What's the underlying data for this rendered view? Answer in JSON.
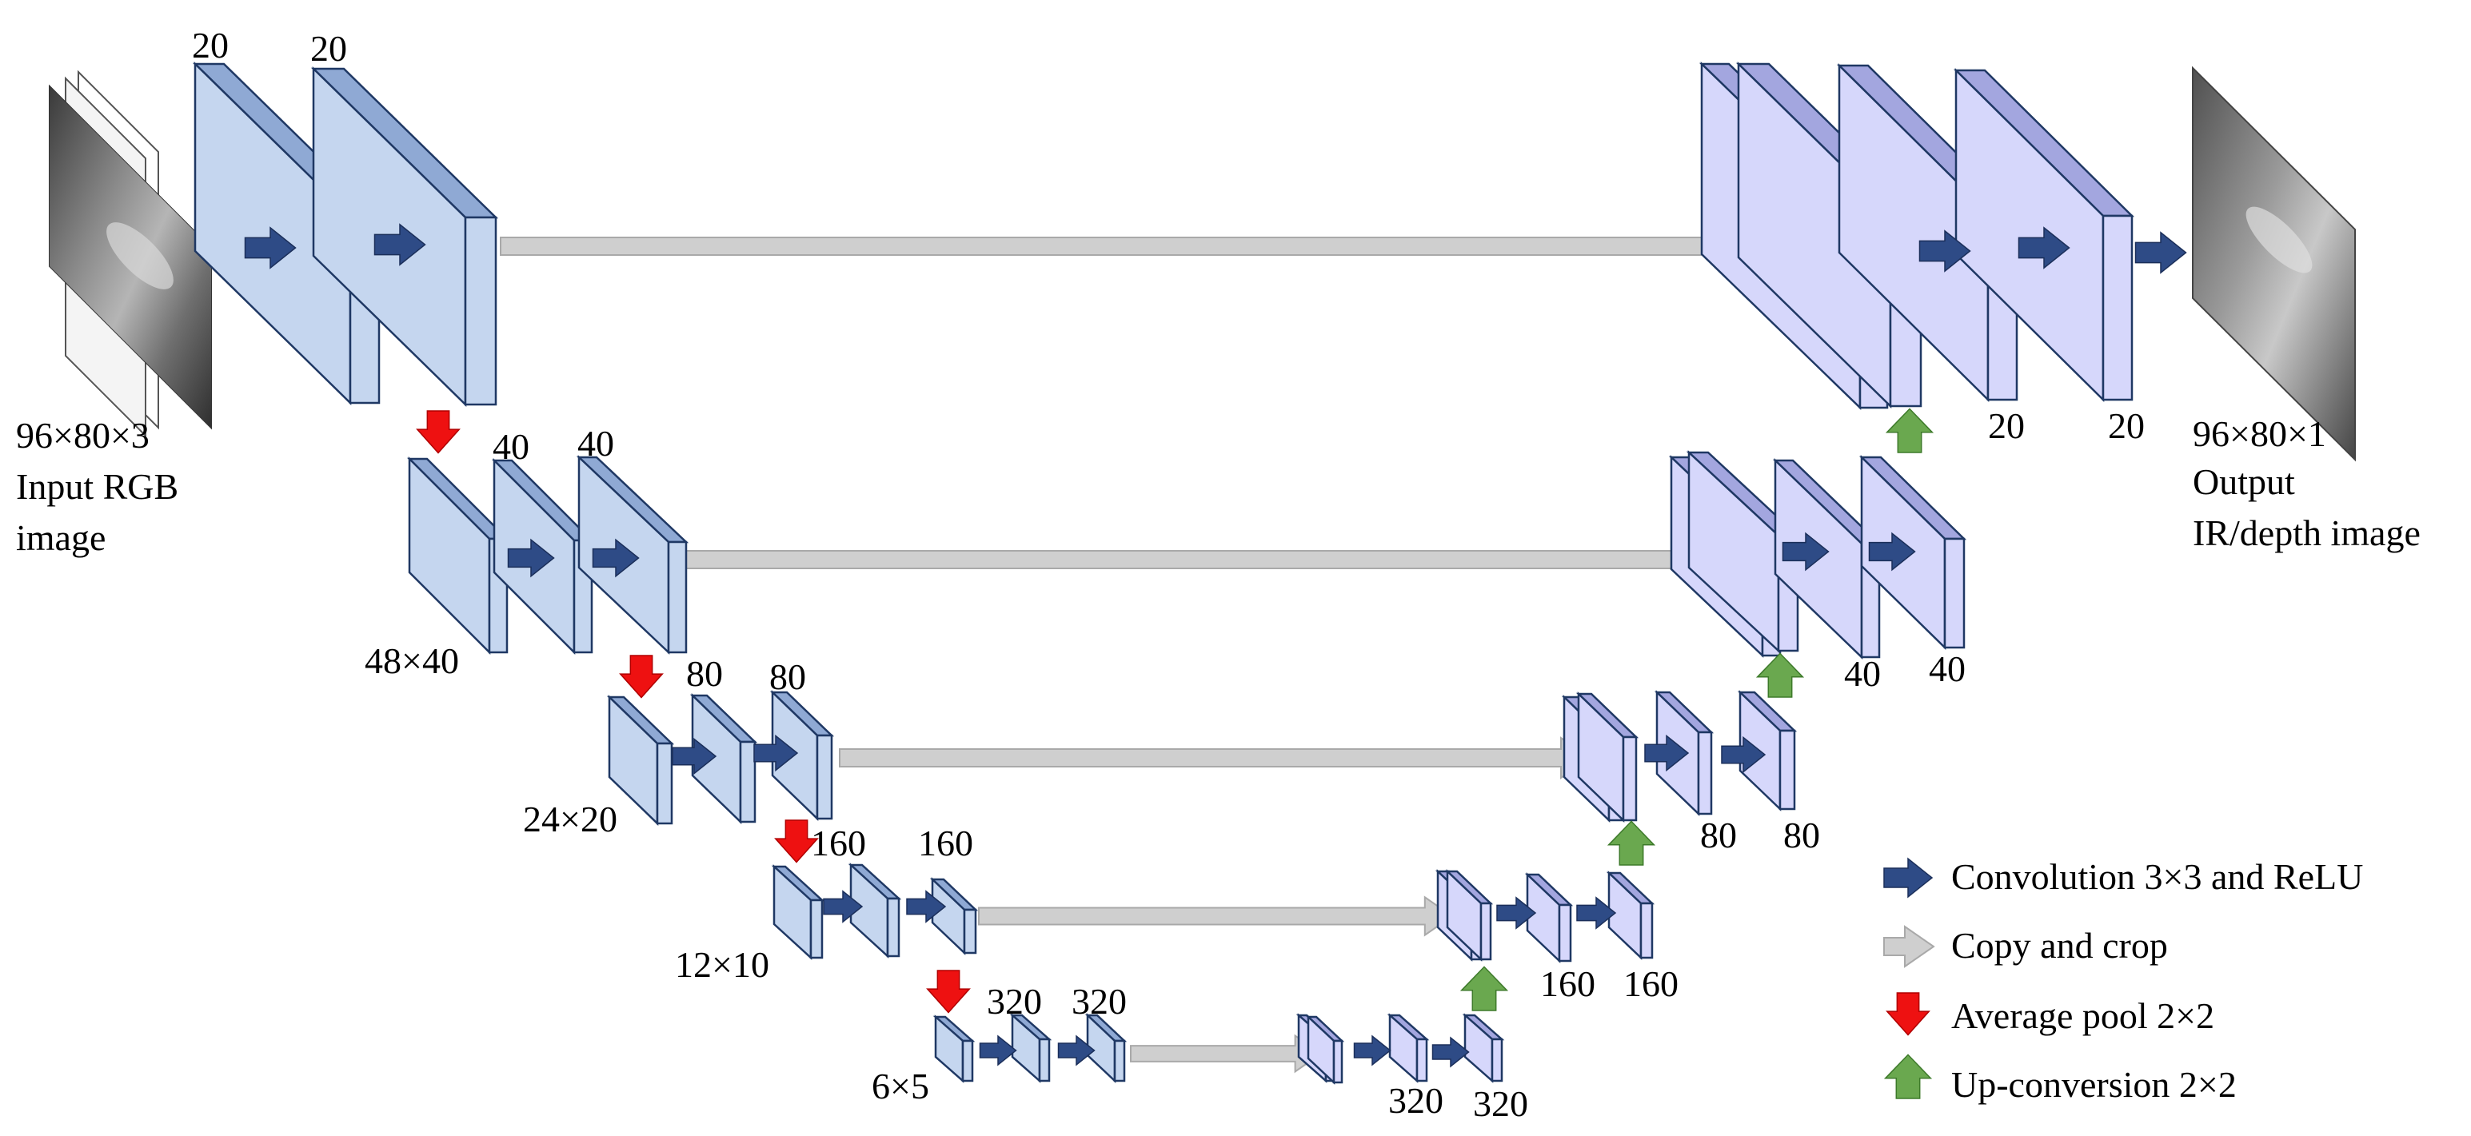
{
  "input": {
    "size": "96×80×3",
    "line1": "Input RGB",
    "line2": "image"
  },
  "output": {
    "size": "96×80×1",
    "line1": "Output",
    "line2": "IR/depth image"
  },
  "encoder": [
    {
      "channels_a": "20",
      "channels_b": "20",
      "resolution": ""
    },
    {
      "channels_a": "40",
      "channels_b": "40",
      "resolution": "48×40"
    },
    {
      "channels_a": "80",
      "channels_b": "80",
      "resolution": "24×20"
    },
    {
      "channels_a": "160",
      "channels_b": "160",
      "resolution": "12×10"
    },
    {
      "channels_a": "320",
      "channels_b": "320",
      "resolution": "6×5"
    }
  ],
  "decoder": [
    {
      "channels_a": "20",
      "channels_b": "20"
    },
    {
      "channels_a": "40",
      "channels_b": "40"
    },
    {
      "channels_a": "80",
      "channels_b": "80"
    },
    {
      "channels_a": "160",
      "channels_b": "160"
    },
    {
      "channels_a": "320",
      "channels_b": "320"
    }
  ],
  "legend": [
    {
      "icon": "blue-arrow-icon",
      "label": "Convolution 3×3 and ReLU"
    },
    {
      "icon": "gray-arrow-icon",
      "label": "Copy and crop"
    },
    {
      "icon": "red-down-arrow-icon",
      "label": "Average pool 2×2"
    },
    {
      "icon": "green-up-arrow-icon",
      "label": "Up-conversion 2×2"
    }
  ],
  "colors": {
    "enc_front": "#c5d6ef",
    "enc_side": "#8fa9d4",
    "dec_front": "#d6d7fb",
    "dec_side": "#a3a6df",
    "block_stroke": "#1f3864",
    "conv_arrow": "#2e4b86",
    "copy_arrow": "#cfcfcf",
    "pool_arrow": "#ee1111",
    "up_arrow": "#6aa84f"
  }
}
